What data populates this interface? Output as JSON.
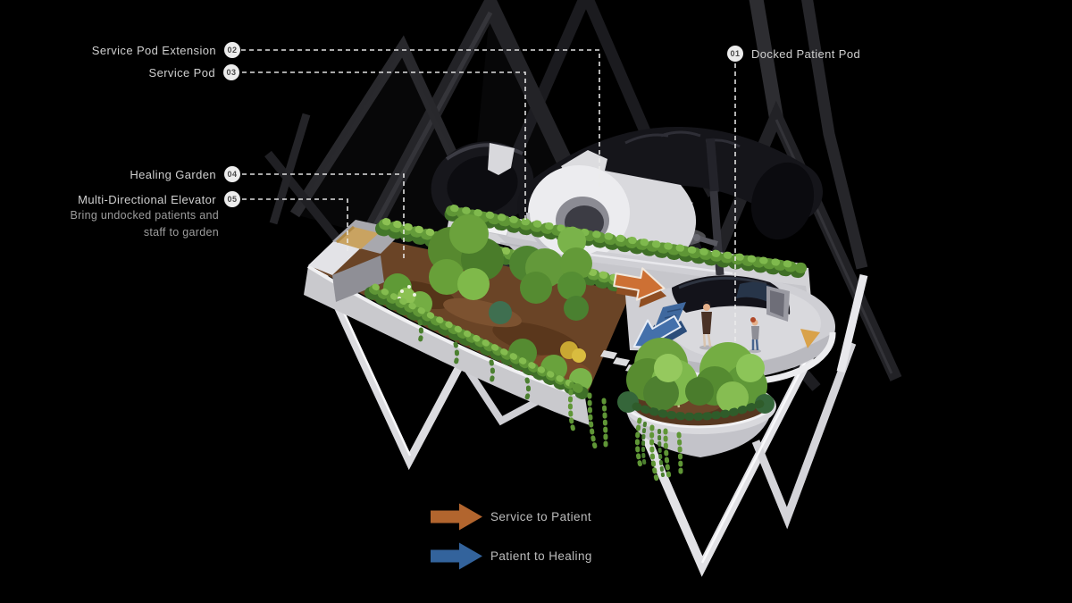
{
  "callouts": {
    "docked_patient_pod": {
      "num": "01",
      "label": "Docked Patient Pod"
    },
    "service_pod_extension": {
      "num": "02",
      "label": "Service Pod Extension"
    },
    "service_pod": {
      "num": "03",
      "label": "Service Pod"
    },
    "healing_garden": {
      "num": "04",
      "label": "Healing Garden"
    },
    "elevator": {
      "num": "05",
      "label": "Multi-Directional Elevator",
      "description_line1": "Bring undocked patients and",
      "description_line2": "staff to garden"
    }
  },
  "legend": {
    "service_to_patient": {
      "label": "Service to Patient",
      "color": "#b2652e"
    },
    "patient_to_healing": {
      "label": "Patient to Healing",
      "color": "#33639c"
    }
  },
  "scene": {
    "background_color": "#000000",
    "flow_arrow_orange": "#cd7034",
    "flow_arrow_blue": "#4470ab"
  }
}
